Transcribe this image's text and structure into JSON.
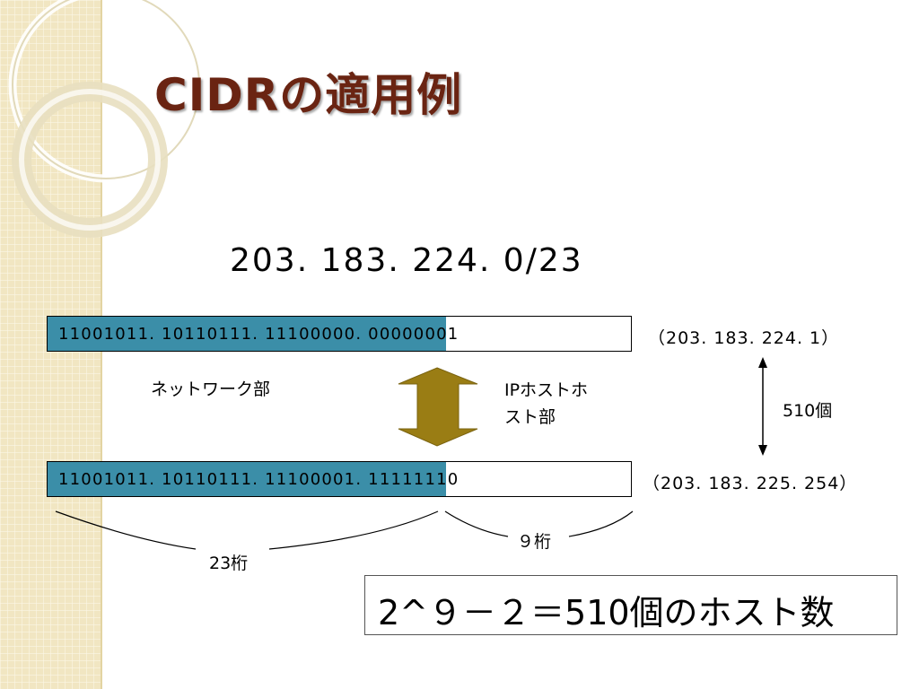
{
  "slide": {
    "title": "CIDRの適用例",
    "cidr_notation": "203. 183. 224. 0/23"
  },
  "first_address": {
    "binary": "11001011. 10110111. 11100000. 00000001",
    "decimal": "（203. 183. 224. 1）"
  },
  "last_address": {
    "binary": "11001011. 10110111. 11100001. 11111110",
    "decimal": "（203. 183. 225. 254）"
  },
  "labels": {
    "network_part": "ネットワーク部",
    "host_part_line1": "IPホストホ",
    "host_part_line2": "スト部",
    "host_count": "510個",
    "network_bits": "23桁",
    "host_bits": "９桁"
  },
  "result": "2^９－２＝510個のホスト数",
  "colors": {
    "title": "#6a2412",
    "network_fill": "#3b8ea8",
    "arrow_fill": "#9a7d14",
    "sidebar": "#f1e6c2"
  }
}
